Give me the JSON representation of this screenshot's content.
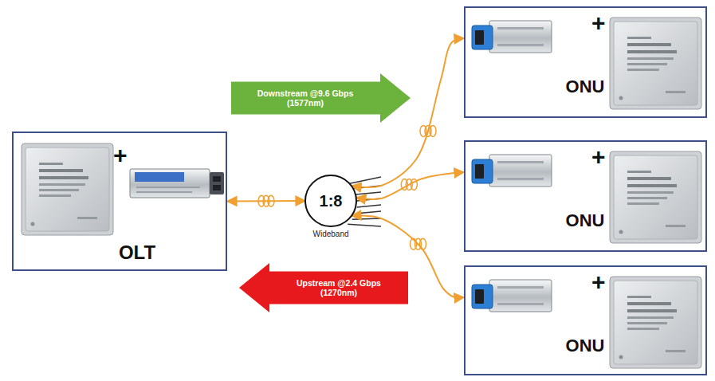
{
  "diagram": {
    "nodes": [
      {
        "text": [
          "OLT"
        ]
      },
      {
        "text": [
          "Downstream @9.6 Gbps (1577nm)"
        ]
      },
      {
        "text": [
          "1:8",
          "Wideband"
        ]
      },
      {
        "text": [
          "Upstream @2.4 Gbps (1270nm)"
        ]
      },
      {
        "text": [
          "ONU"
        ]
      },
      {
        "text": [
          "ONU"
        ]
      },
      {
        "text": [
          "ONU"
        ]
      }
    ],
    "edges": [
      {
        "from": 0,
        "to": 2,
        "arrow": "both"
      },
      {
        "from": 2,
        "to": 4,
        "arrow": "both"
      },
      {
        "from": 2,
        "to": 5,
        "arrow": "both"
      },
      {
        "from": 2,
        "to": 6,
        "arrow": "both"
      }
    ],
    "labels": [
      "+",
      "+",
      "+",
      "+"
    ]
  }
}
